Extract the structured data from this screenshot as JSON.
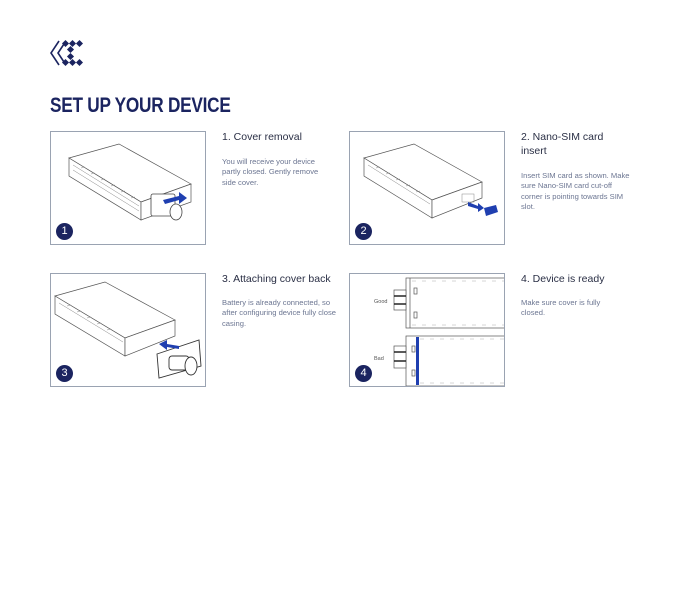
{
  "header": {
    "logo_icon": "chevron-diamonds-logo-icon",
    "title": "SET UP YOUR DEVICE"
  },
  "colors": {
    "brand_navy": "#1b2460",
    "accent_blue": "#1f3fb0",
    "frame_border": "#9aa3b2",
    "body_text": "#6c7692",
    "title_text": "#2a2f45"
  },
  "steps": [
    {
      "number": "1",
      "title": "1. Cover removal",
      "description": "You will receive your device partly closed. Gently remove side cover.",
      "illustration": "device-cover-removal"
    },
    {
      "number": "2",
      "title": "2. Nano-SIM card insert",
      "description": "Insert SIM card as shown. Make sure Nano-SIM card cut-off corner is pointing towards SIM slot.",
      "illustration": "nano-sim-insert"
    },
    {
      "number": "3",
      "title": "3. Attaching cover back",
      "description": "Battery is already connected, so after configuring device fully close casing.",
      "illustration": "cover-attach"
    },
    {
      "number": "4",
      "title": "4. Device is ready",
      "description": "Make sure cover is fully closed.",
      "illustration": "cover-check",
      "labels": {
        "good": "Good",
        "bad": "Bad"
      }
    }
  ]
}
